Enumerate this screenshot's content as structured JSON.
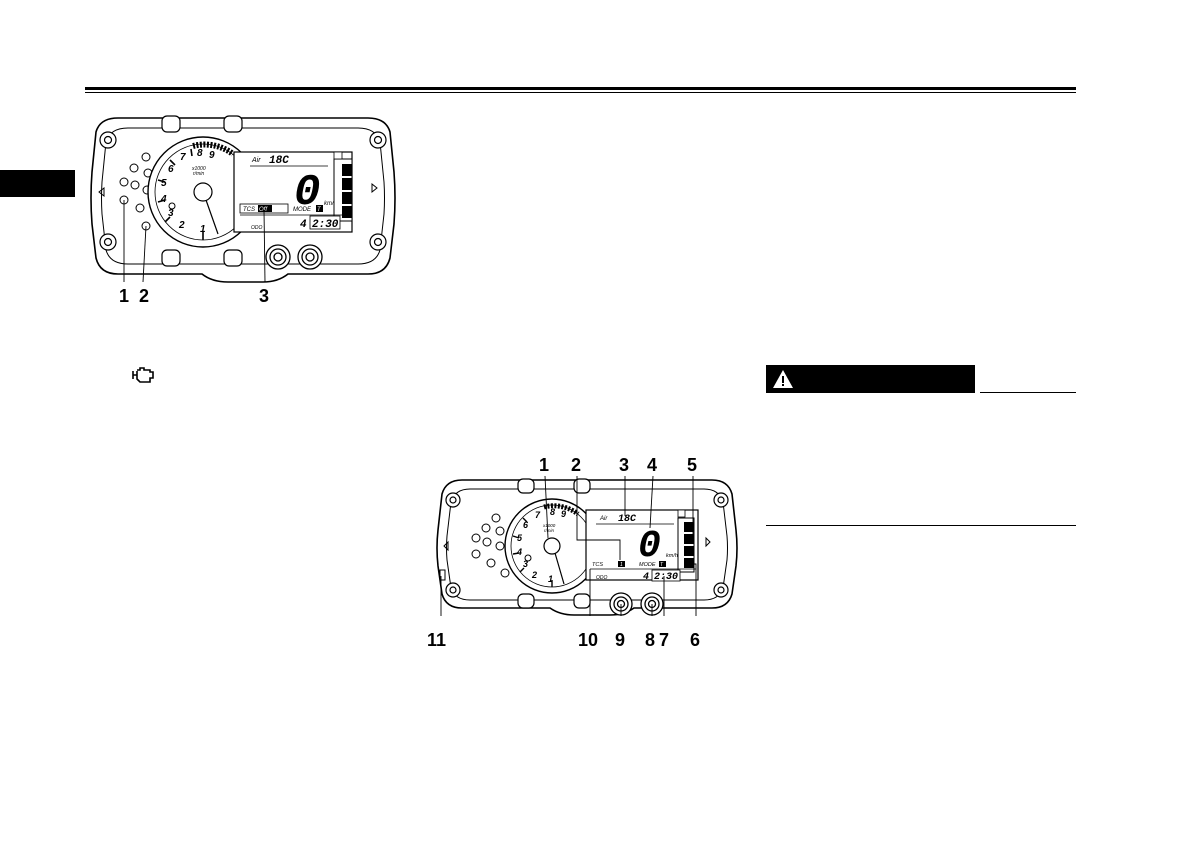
{
  "figure_top": {
    "dial_numbers": [
      "1",
      "2",
      "3",
      "4",
      "5",
      "6",
      "7",
      "8",
      "9"
    ],
    "rpm_unit_line1": "x1000",
    "rpm_unit_line2": "r/min",
    "air_label": "Air",
    "air_temp": "18C",
    "speed": "0",
    "speed_unit": "km/h",
    "tcs_label": "TCS",
    "tcs_value": "Off",
    "mode_label": "MODE",
    "mode_value": "T",
    "gear": "4",
    "clock": "2:30",
    "odo_label": "ODO",
    "callouts": [
      "1",
      "2",
      "3"
    ]
  },
  "figure_bottom": {
    "dial_numbers": [
      "1",
      "2",
      "3",
      "4",
      "5",
      "6",
      "7",
      "8",
      "9"
    ],
    "rpm_unit_line1": "x1000",
    "rpm_unit_line2": "r/min",
    "air_label": "Air",
    "air_temp": "18C",
    "speed": "0",
    "speed_unit": "km/h",
    "tcs_label": "TCS",
    "tcs_value": "1",
    "mode_label": "MODE",
    "mode_value": "T",
    "gear": "4",
    "clock": "2:30",
    "odo_label": "ODO",
    "callouts_top": [
      "1",
      "2",
      "3",
      "4",
      "5"
    ],
    "callouts_bottom": [
      "11",
      "10",
      "9",
      "8",
      "7",
      "6"
    ]
  },
  "icons": {
    "engine_warning": "engine-trouble-warning-icon",
    "caution": "warning-triangle-icon"
  }
}
